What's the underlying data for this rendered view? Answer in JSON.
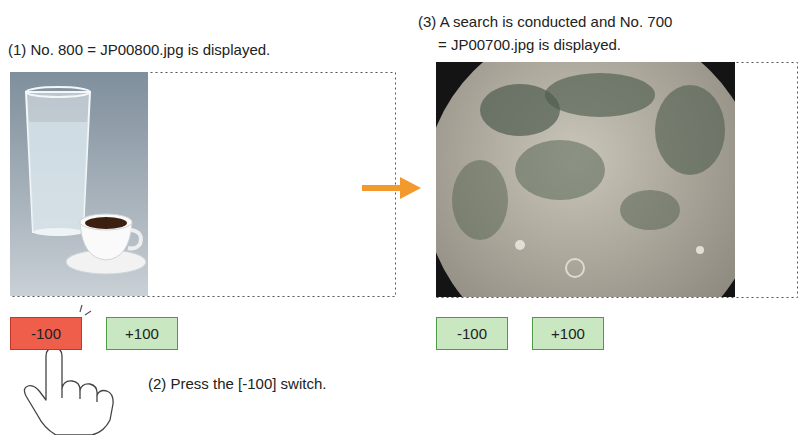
{
  "diagram": {
    "nodes": [
      {
        "text": [
          "-100"
        ]
      },
      {
        "text": [
          "+100"
        ]
      },
      {
        "text": [
          "-100"
        ]
      },
      {
        "text": [
          "+100"
        ]
      }
    ],
    "labels": [
      "(1) No. 800 = JP00800.jpg is displayed.",
      "(2) Press the [-100] switch.",
      "(3) A search is conducted and No. 700 = JP00700.jpg is displayed."
    ]
  }
}
